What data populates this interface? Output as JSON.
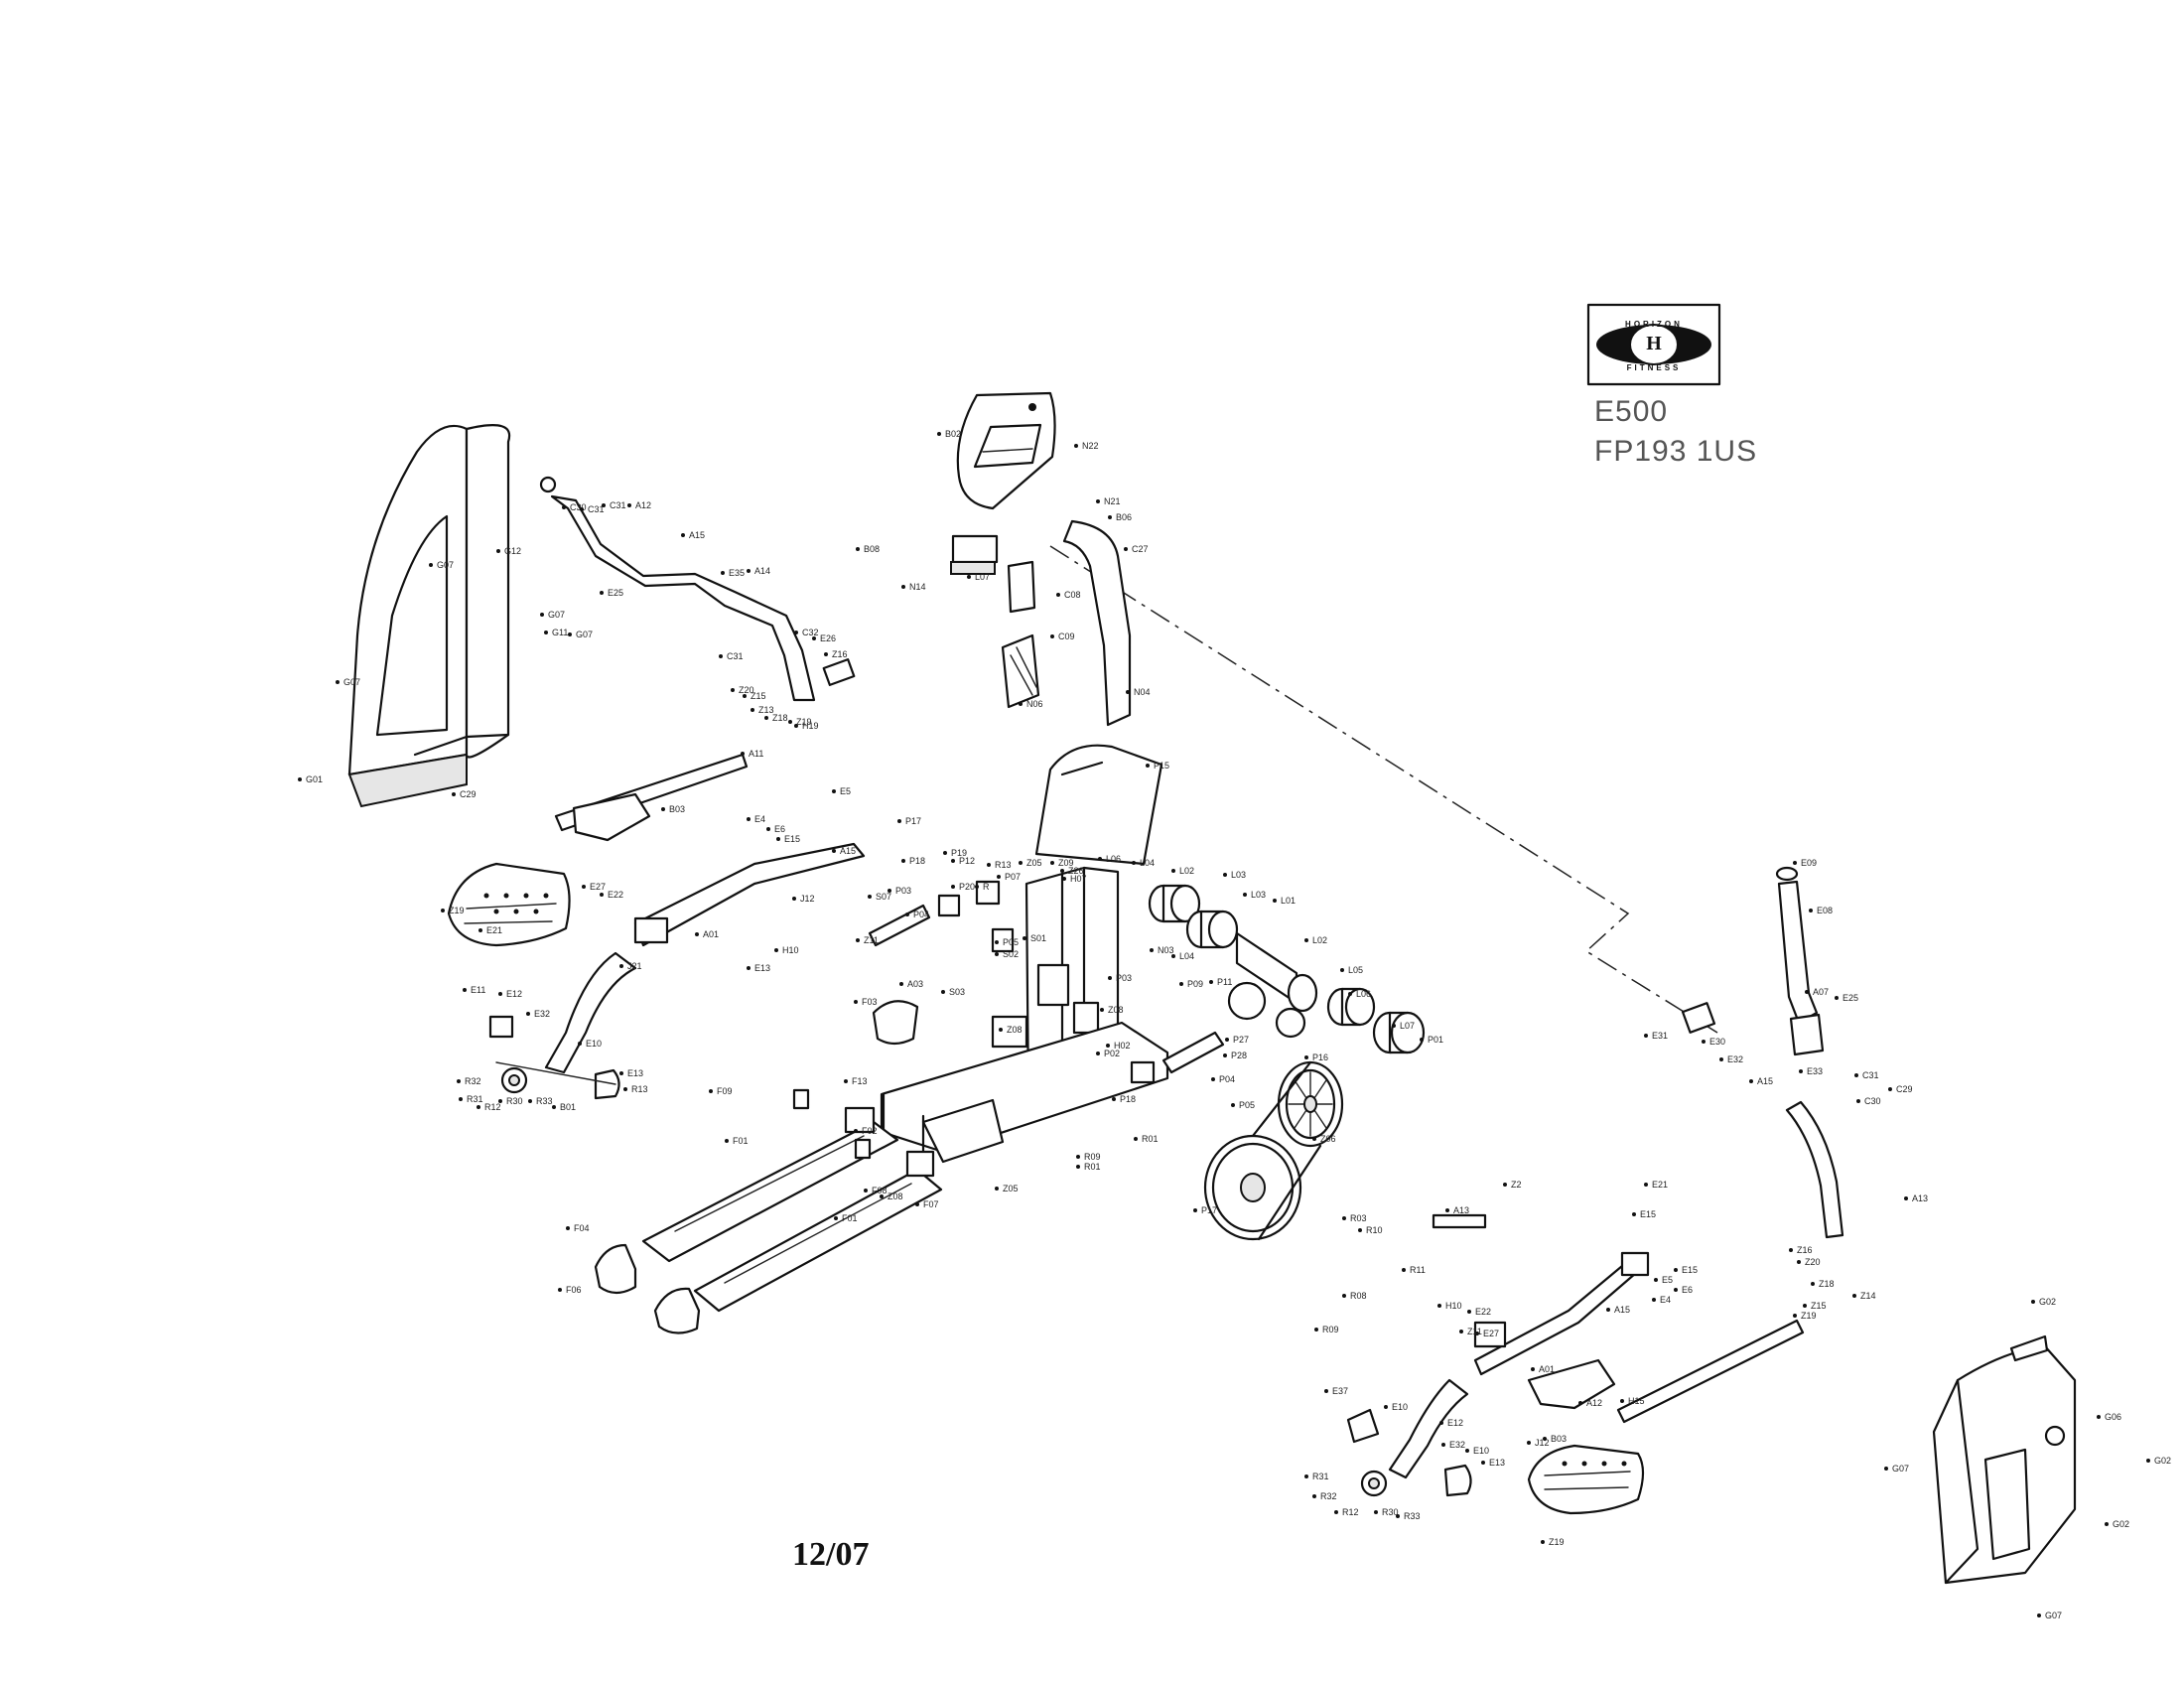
{
  "brand": {
    "ring_top": "HORIZON",
    "ring_bottom": "FITNESS"
  },
  "model_name": "E500",
  "model_number": "FP193 1US",
  "date": "12/07",
  "part_labels": [
    {
      "id": "G07"
    },
    {
      "id": "G12"
    },
    {
      "id": "G07"
    },
    {
      "id": "G11"
    },
    {
      "id": "G07"
    },
    {
      "id": "G07"
    },
    {
      "id": "G01"
    },
    {
      "id": "C29"
    },
    {
      "id": "C30"
    },
    {
      "id": "C31"
    },
    {
      "id": "C31"
    },
    {
      "id": "A12"
    },
    {
      "id": "E25"
    },
    {
      "id": "A15"
    },
    {
      "id": "E35"
    },
    {
      "id": "A14"
    },
    {
      "id": "C31"
    },
    {
      "id": "C32"
    },
    {
      "id": "E26"
    },
    {
      "id": "Z16"
    },
    {
      "id": "Z20"
    },
    {
      "id": "Z15"
    },
    {
      "id": "Z13"
    },
    {
      "id": "Z18"
    },
    {
      "id": "Z19"
    },
    {
      "id": "H19"
    },
    {
      "id": "A11"
    },
    {
      "id": "B03"
    },
    {
      "id": "Z19"
    },
    {
      "id": "E21"
    },
    {
      "id": "E5"
    },
    {
      "id": "E4"
    },
    {
      "id": "E6"
    },
    {
      "id": "E15"
    },
    {
      "id": "A15"
    },
    {
      "id": "J12"
    },
    {
      "id": "E27"
    },
    {
      "id": "E22"
    },
    {
      "id": "A01"
    },
    {
      "id": "J21"
    },
    {
      "id": "H10"
    },
    {
      "id": "Z11"
    },
    {
      "id": "E13"
    },
    {
      "id": "E11"
    },
    {
      "id": "E12"
    },
    {
      "id": "E32"
    },
    {
      "id": "E10"
    },
    {
      "id": "E13"
    },
    {
      "id": "R13"
    },
    {
      "id": "R32"
    },
    {
      "id": "R31"
    },
    {
      "id": "R12"
    },
    {
      "id": "R30"
    },
    {
      "id": "R33"
    },
    {
      "id": "B01"
    },
    {
      "id": "B02"
    },
    {
      "id": "N22"
    },
    {
      "id": "N21"
    },
    {
      "id": "B06"
    },
    {
      "id": "C27"
    },
    {
      "id": "B08"
    },
    {
      "id": "N14"
    },
    {
      "id": "L07"
    },
    {
      "id": "C08"
    },
    {
      "id": "C09"
    },
    {
      "id": "N06"
    },
    {
      "id": "N04"
    },
    {
      "id": "P15"
    },
    {
      "id": "P17"
    },
    {
      "id": "P18"
    },
    {
      "id": "P19"
    },
    {
      "id": "P12"
    },
    {
      "id": "R13"
    },
    {
      "id": "R"
    },
    {
      "id": "P20"
    },
    {
      "id": "P07"
    },
    {
      "id": "S07"
    },
    {
      "id": "P03"
    },
    {
      "id": "P04"
    },
    {
      "id": "P05"
    },
    {
      "id": "S02"
    },
    {
      "id": "S01"
    },
    {
      "id": "S03"
    },
    {
      "id": "A03"
    },
    {
      "id": "Z05"
    },
    {
      "id": "Z09"
    },
    {
      "id": "Z26"
    },
    {
      "id": "H07"
    },
    {
      "id": "L06"
    },
    {
      "id": "L04"
    },
    {
      "id": "L02"
    },
    {
      "id": "L03"
    },
    {
      "id": "L03"
    },
    {
      "id": "L01"
    },
    {
      "id": "L02"
    },
    {
      "id": "L05"
    },
    {
      "id": "L06"
    },
    {
      "id": "L07"
    },
    {
      "id": "P01"
    },
    {
      "id": "P03"
    },
    {
      "id": "Z08"
    },
    {
      "id": "H02"
    },
    {
      "id": "P02"
    },
    {
      "id": "L04"
    },
    {
      "id": "N03"
    },
    {
      "id": "P09"
    },
    {
      "id": "P11"
    },
    {
      "id": "P27"
    },
    {
      "id": "P28"
    },
    {
      "id": "P04"
    },
    {
      "id": "P16"
    },
    {
      "id": "Z06"
    },
    {
      "id": "P05"
    },
    {
      "id": "P17"
    },
    {
      "id": "Z08"
    },
    {
      "id": "F13"
    },
    {
      "id": "F09"
    },
    {
      "id": "F01"
    },
    {
      "id": "F02"
    },
    {
      "id": "F08"
    },
    {
      "id": "F01"
    },
    {
      "id": "F07"
    },
    {
      "id": "F03"
    },
    {
      "id": "Z08"
    },
    {
      "id": "Z05"
    },
    {
      "id": "P18"
    },
    {
      "id": "R01"
    },
    {
      "id": "R09"
    },
    {
      "id": "R01"
    },
    {
      "id": "F04"
    },
    {
      "id": "F06"
    },
    {
      "id": "R03"
    },
    {
      "id": "R10"
    },
    {
      "id": "R11"
    },
    {
      "id": "R08"
    },
    {
      "id": "R09"
    },
    {
      "id": "A13"
    },
    {
      "id": "Z2"
    },
    {
      "id": "E21"
    },
    {
      "id": "E15"
    },
    {
      "id": "E5"
    },
    {
      "id": "E6"
    },
    {
      "id": "E4"
    },
    {
      "id": "E15"
    },
    {
      "id": "A15"
    },
    {
      "id": "H10"
    },
    {
      "id": "E22"
    },
    {
      "id": "E27"
    },
    {
      "id": "A01"
    },
    {
      "id": "J12"
    },
    {
      "id": "Z11"
    },
    {
      "id": "E37"
    },
    {
      "id": "E10"
    },
    {
      "id": "E12"
    },
    {
      "id": "E32"
    },
    {
      "id": "E10"
    },
    {
      "id": "E13"
    },
    {
      "id": "R31"
    },
    {
      "id": "R32"
    },
    {
      "id": "R12"
    },
    {
      "id": "R30"
    },
    {
      "id": "R33"
    },
    {
      "id": "B03"
    },
    {
      "id": "Z19"
    },
    {
      "id": "A12"
    },
    {
      "id": "H15"
    },
    {
      "id": "E09"
    },
    {
      "id": "E08"
    },
    {
      "id": "A07"
    },
    {
      "id": "E25"
    },
    {
      "id": "E31"
    },
    {
      "id": "E30"
    },
    {
      "id": "E32"
    },
    {
      "id": "A15"
    },
    {
      "id": "E33"
    },
    {
      "id": "C31"
    },
    {
      "id": "C30"
    },
    {
      "id": "C29"
    },
    {
      "id": "A13"
    },
    {
      "id": "Z16"
    },
    {
      "id": "Z20"
    },
    {
      "id": "Z18"
    },
    {
      "id": "Z15"
    },
    {
      "id": "Z14"
    },
    {
      "id": "Z19"
    },
    {
      "id": "G02"
    },
    {
      "id": "G06"
    },
    {
      "id": "G07"
    },
    {
      "id": "G02"
    },
    {
      "id": "G02"
    },
    {
      "id": "G07"
    }
  ]
}
